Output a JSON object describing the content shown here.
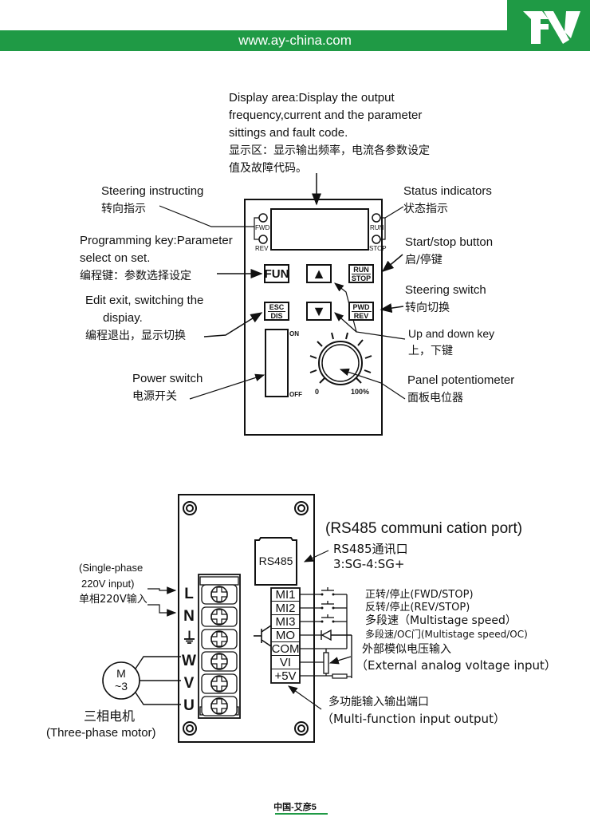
{
  "header": {
    "url": "www.ay-china.com",
    "logo_text": "AY",
    "brand_color": "#1f9a45"
  },
  "panel_diagram": {
    "display_area": {
      "en_lines": [
        "Display area:Display the output",
        "frequency,current and the parameter",
        "sittings and fault code."
      ],
      "cn_lines": [
        "显示区：显示输出频率，电流各参数设定",
        "值及故障代码。"
      ]
    },
    "steering_instructing": {
      "en": "Steering instructing",
      "cn": "转向指示"
    },
    "programming_key": {
      "en_lines": [
        "Programming key:Parameter",
        "select on set."
      ],
      "cn": "编程键：参数选择设定"
    },
    "edit_exit": {
      "en_lines": [
        "Edit exit, switching the",
        "dispiay."
      ],
      "cn": "编程退出，显示切换"
    },
    "power_switch": {
      "en": "Power switch",
      "cn": "电源开关"
    },
    "status_indicators": {
      "en": "Status indicators",
      "cn": "状态指示"
    },
    "start_stop": {
      "en": "Start/stop button",
      "cn": "启/停键"
    },
    "steering_switch": {
      "en": "Steering switch",
      "cn": "转向切换"
    },
    "up_down": {
      "en": "Up and down key",
      "cn": "上，下键"
    },
    "potentiometer": {
      "en": "Panel potentiometer",
      "cn": "面板电位器"
    },
    "leds": {
      "fwd": "FWD",
      "rev": "REV",
      "run": "RUN",
      "stop": "STOP"
    },
    "keys": {
      "fun": "FUN",
      "esc_top": "ESC",
      "esc_bottom": "DIS",
      "run_top": "RUN",
      "run_bottom": "STOP",
      "pwd_top": "PWD",
      "pwd_bottom": "REV",
      "up": "▲",
      "down": "▼"
    },
    "switch_on": "ON",
    "switch_off": "OFF",
    "pot_min": "0",
    "pot_max": "100%"
  },
  "wiring_diagram": {
    "rs485_title": "(RS485 communi cation port)",
    "rs485_cn": "RS485通讯口",
    "rs485_pins": "3:SG-4:SG+",
    "rs485_label": "RS485",
    "power_input": {
      "en_lines": [
        "(Single-phase",
        "220V  input)"
      ],
      "cn": "单相220V输入"
    },
    "power_terminals": [
      "L",
      "N",
      "⏚",
      "W",
      "V",
      "U"
    ],
    "motor": {
      "symbol_top": "M",
      "symbol_bottom": "~3",
      "cn": "三相电机",
      "en": "(Three-phase motor)"
    },
    "control_terminals": [
      "MI1",
      "MI2",
      "MI3",
      "MO",
      "COM",
      "VI",
      "+5V"
    ],
    "signals": [
      "正转/停止(FWD/STOP)",
      "反转/停止(REV/STOP)",
      "多段速（Multistage speed）",
      "多段速/OC门(Multistage speed/OC)"
    ],
    "analog_cn": "外部模似电压输入",
    "analog_en": "（External analog voltage input）",
    "multi_cn": "多功能输入输出端口",
    "multi_en": "（Multi-function input output）"
  },
  "footer": {
    "text": "中国-艾彦5"
  }
}
